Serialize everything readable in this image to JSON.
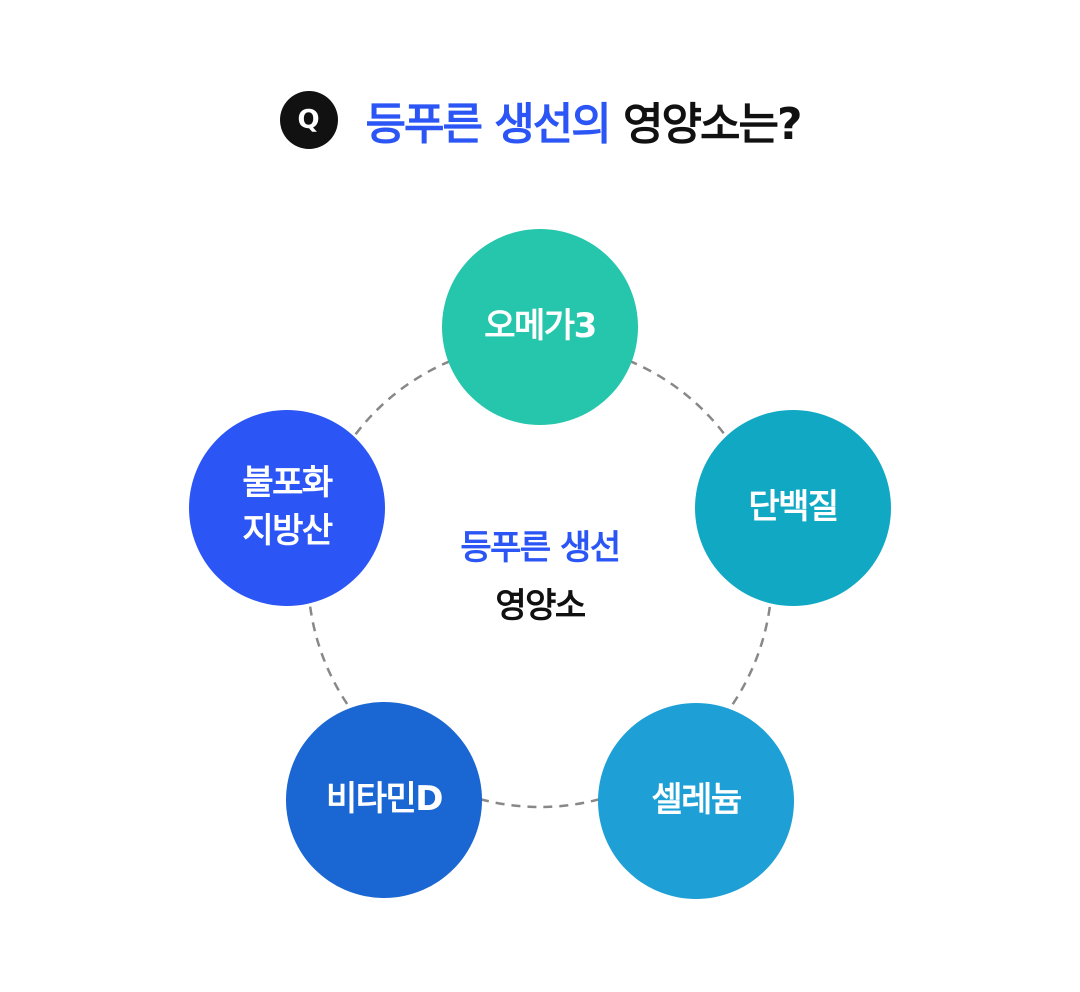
{
  "header": {
    "badge": "Q",
    "title_highlight": "등푸른 생선의",
    "title_rest": "영양소는?"
  },
  "center": {
    "line1": "등푸른 생선",
    "line2": "영양소"
  },
  "nodes": [
    {
      "lines": [
        "오메가3"
      ],
      "color": "#26c6ad"
    },
    {
      "lines": [
        "단백질"
      ],
      "color": "#11a8c4"
    },
    {
      "lines": [
        "셀레늄"
      ],
      "color": "#1ea0d6"
    },
    {
      "lines": [
        "비타민D"
      ],
      "color": "#1a66d2"
    },
    {
      "lines": [
        "불포화",
        "지방산"
      ],
      "color": "#2b56f5"
    }
  ],
  "colors": {
    "accent": "#2b56f5",
    "text": "#111111",
    "ring": "#888888"
  }
}
